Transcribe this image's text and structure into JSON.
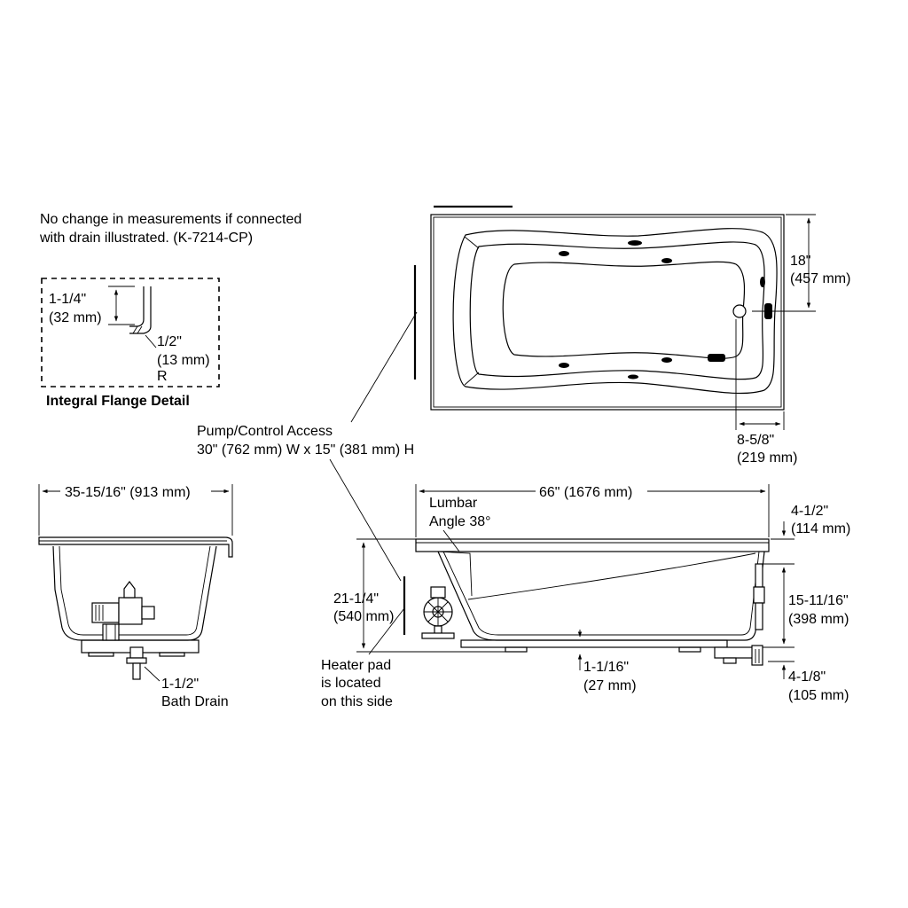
{
  "notes": {
    "line1": "No change in measurements if connected",
    "line2": "with drain illustrated. (K-7214-CP)"
  },
  "flange_detail": {
    "title": "Integral Flange Detail",
    "dim_height_in": "1-1/4\"",
    "dim_height_mm": "(32 mm)",
    "dim_thick_in": "1/2\"",
    "dim_thick_mm": "(13 mm)",
    "radius_label": "R"
  },
  "pump_access": {
    "line1": "Pump/Control Access",
    "line2": "30\" (762 mm) W x 15\" (381 mm) H"
  },
  "plan_view": {
    "dim_18_in": "18\"",
    "dim_18_mm": "(457 mm)",
    "dim_858_in": "8-5/8\"",
    "dim_858_mm": "(219 mm)"
  },
  "end_view": {
    "width_label": "35-15/16\" (913 mm)",
    "drain_in": "1-1/2\"",
    "drain_label": "Bath Drain"
  },
  "side_view": {
    "length_label": "66\" (1676 mm)",
    "lumbar_line1": "Lumbar",
    "lumbar_line2": "Angle 38°",
    "dim_412_in": "4-1/2\"",
    "dim_412_mm": "(114 mm)",
    "dim_2114_in": "21-1/4\"",
    "dim_2114_mm": "(540 mm)",
    "dim_151116_in": "15-11/16\"",
    "dim_151116_mm": "(398 mm)",
    "dim_1116_in": "1-1/16\"",
    "dim_1116_mm": "(27 mm)",
    "dim_418_in": "4-1/8\"",
    "dim_418_mm": "(105 mm)",
    "heater_line1": "Heater pad",
    "heater_line2": "is located",
    "heater_line3": "on this side"
  }
}
